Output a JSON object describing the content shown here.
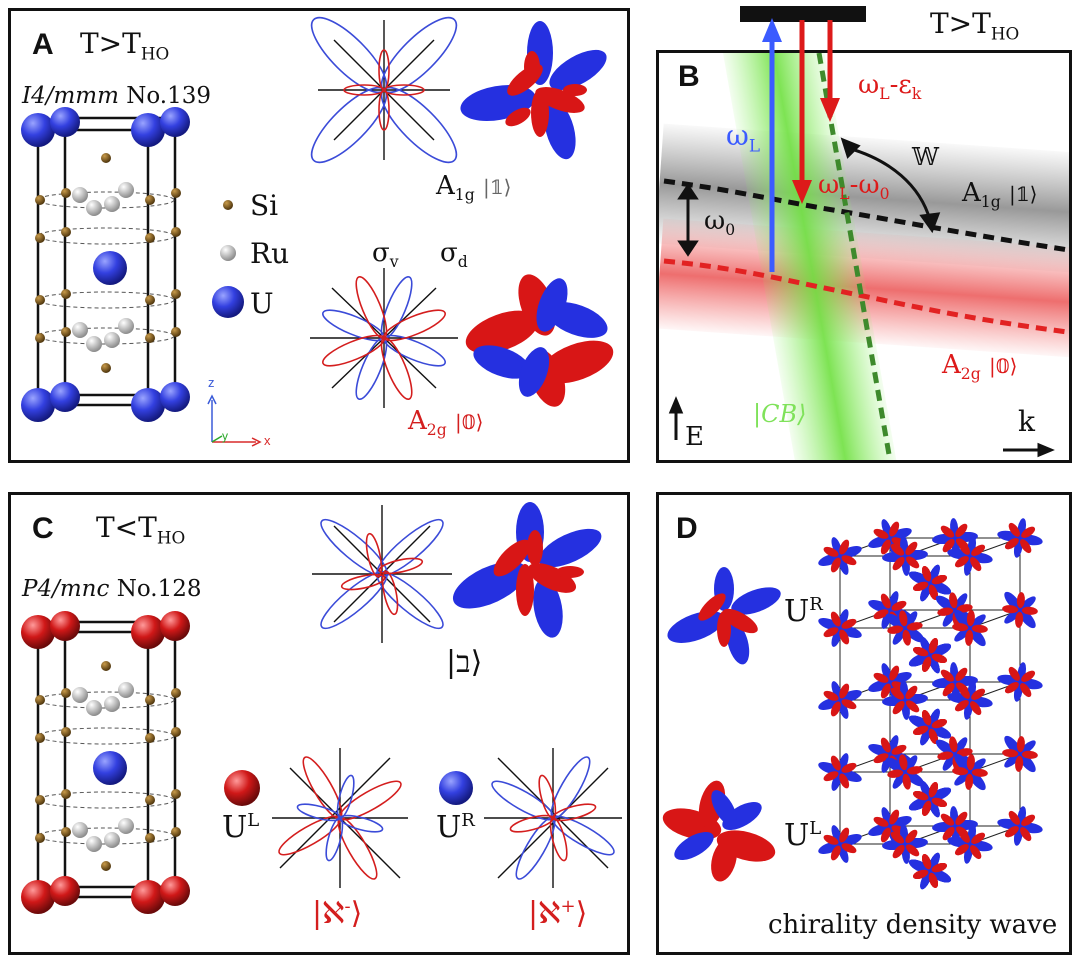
{
  "panelA": {
    "label": "A",
    "temp": "T>T",
    "temp_sub": "HO",
    "space_group_italic": "I4/mmm",
    "space_group_no": "No.139",
    "legend": [
      {
        "symbol": "Si",
        "color": "#7a5a1e"
      },
      {
        "symbol": "Ru",
        "color": "#c9c9c9"
      },
      {
        "symbol": "U",
        "color": "#2f3dd6"
      }
    ],
    "axes": {
      "z": "z",
      "y": "y",
      "x": "x"
    },
    "a1g_label": "A",
    "a1g_sub": "1g",
    "a1g_ket": "|𝟙⟩",
    "sigma_v": "σ",
    "sigma_v_sub": "v",
    "sigma_d": "σ",
    "sigma_d_sub": "d",
    "a2g_label": "A",
    "a2g_sub": "2g",
    "a2g_ket": "|𝟘⟩"
  },
  "panelB": {
    "label": "B",
    "temp": "T>T",
    "temp_sub": "HO",
    "omega_L": "ω",
    "omega_L_sub": "L",
    "omega_L_eps": "ω",
    "omega_L_eps_sub": "L",
    "omega_L_eps_rest": "-ε",
    "omega_L_eps_k": "k",
    "omega_L_om0": "ω",
    "omega_L_om0_sub": "L",
    "omega_L_om0_rest": "-ω",
    "omega_L_om0_sub2": "0",
    "W": "𝕎",
    "omega0": "ω",
    "omega0_sub": "0",
    "a1g_label": "A",
    "a1g_sub": "1g",
    "a1g_ket": "|𝟙⟩",
    "a2g_label": "A",
    "a2g_sub": "2g",
    "a2g_ket": "|𝟘⟩",
    "cb": "|CB⟩",
    "axis_E": "E",
    "axis_k": "k",
    "colors": {
      "band_black": "#222222",
      "band_red": "#e22222",
      "cb_green": "#7fe25a",
      "arrow_blue": "#3b5bff",
      "arrow_red": "#dd1a1a"
    }
  },
  "panelC": {
    "label": "C",
    "temp": "T<T",
    "temp_sub": "HO",
    "space_group_italic": "P4/mnc",
    "space_group_no": "No.128",
    "bet_ket": "|ב⟩",
    "UL": "U",
    "UL_sup": "L",
    "UR": "U",
    "UR_sup": "R",
    "aleph_minus": "|ℵ",
    "aleph_minus_sup": "-",
    "aleph_plus": "|ℵ",
    "aleph_plus_sup": "+",
    "ket_close": "⟩"
  },
  "panelD": {
    "label": "D",
    "UR": "U",
    "UR_sup": "R",
    "UL": "U",
    "UL_sup": "L",
    "caption": "chirality density wave"
  }
}
